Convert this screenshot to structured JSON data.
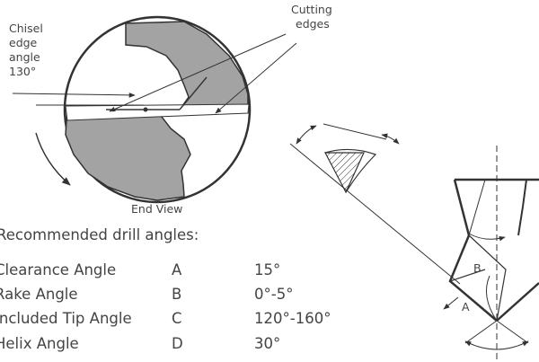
{
  "end_view": {
    "chisel_label": [
      "Chisel",
      "edge",
      "angle",
      "130°"
    ],
    "cutting_label": [
      "Cutting",
      "edges"
    ],
    "caption": "End View"
  },
  "heading": "Recommended drill angles:",
  "angles": [
    {
      "name": "Clearance Angle",
      "letter": "A",
      "value": "15°"
    },
    {
      "name": "Rake Angle",
      "letter": "B",
      "value": "0°-5°"
    },
    {
      "name": "Included Tip Angle",
      "letter": "C",
      "value": "120°-160°"
    },
    {
      "name": "Helix Angle",
      "letter": "D",
      "value": "30°"
    }
  ],
  "side_view": {
    "label_b": "B",
    "label_a": "A"
  }
}
